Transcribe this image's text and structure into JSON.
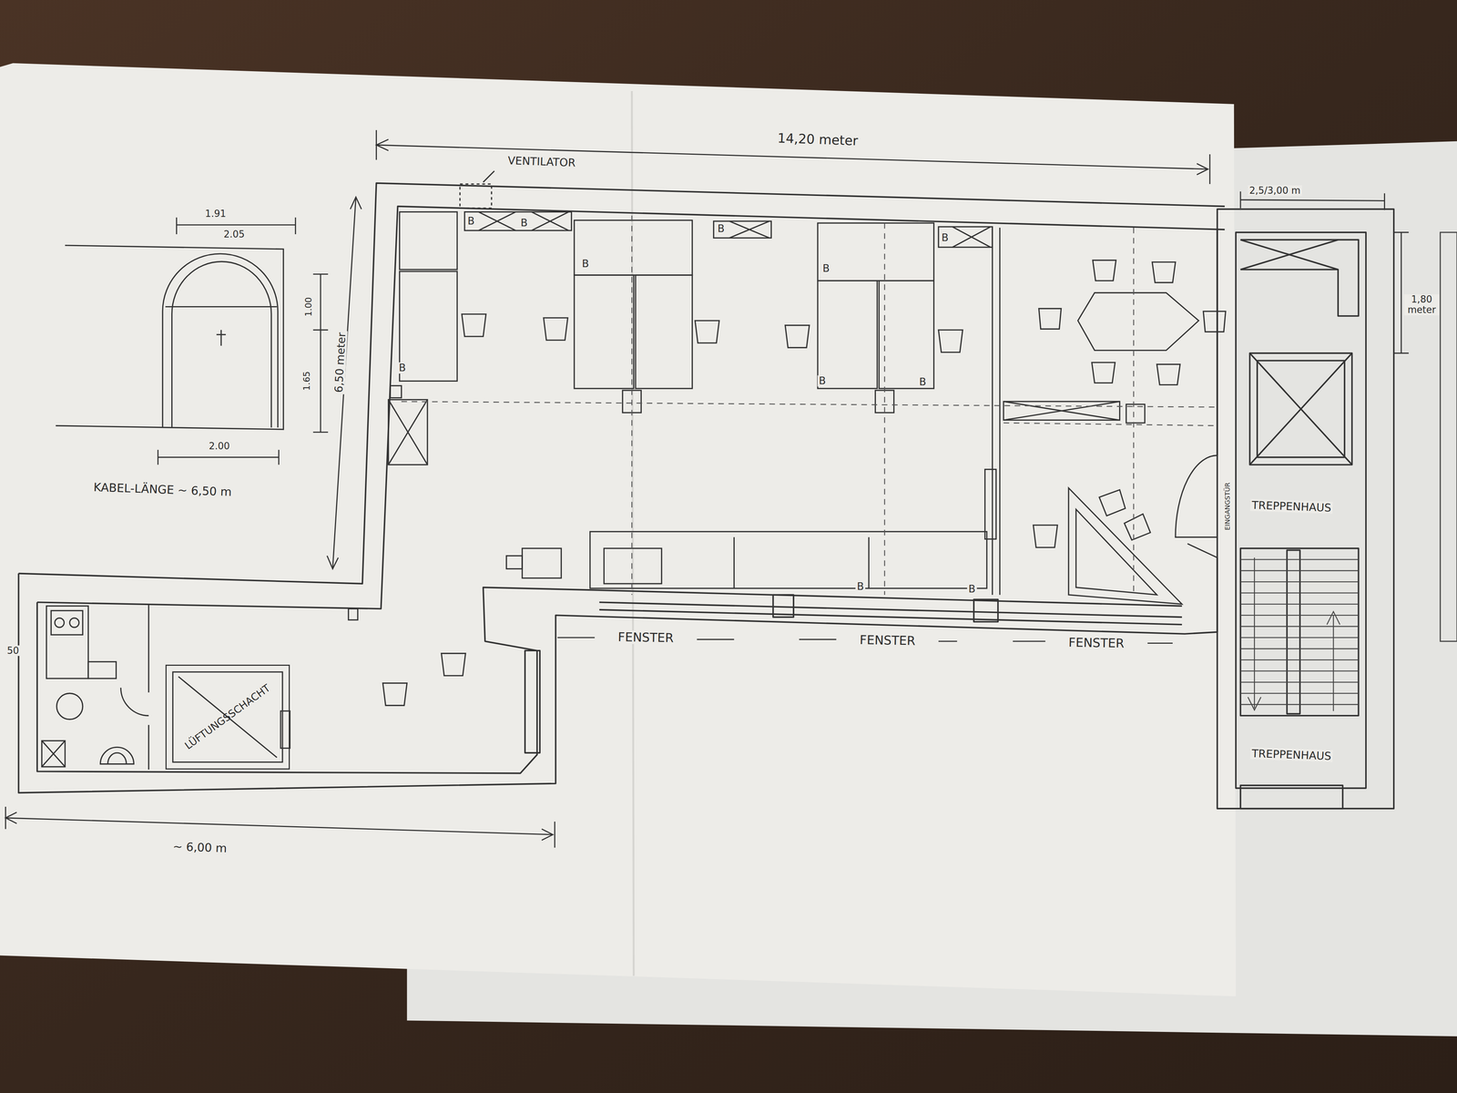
{
  "diagram": {
    "nodes": [
      {
        "text": [
          "LÜFTUNGSSCHACHT"
        ]
      }
    ],
    "labels": [
      "14,20 meter",
      "VENTILATOR",
      "6,50 meter",
      "1.91",
      "2.05",
      "1.00",
      "1.65",
      "2.00",
      "KABEL-LÄNGE ~ 6,50 m",
      "B",
      "B",
      "B",
      "B",
      "B",
      "B",
      "B",
      "B",
      "B",
      "B",
      "B",
      "FENSTER",
      "FENSTER",
      "FENSTER",
      "EINGANGSTÜR",
      "TREPPENHAUS",
      "TREPPENHAUS",
      "2,5/3,00 m",
      "1,80 meter",
      "~ 6,00 m",
      "50"
    ]
  }
}
